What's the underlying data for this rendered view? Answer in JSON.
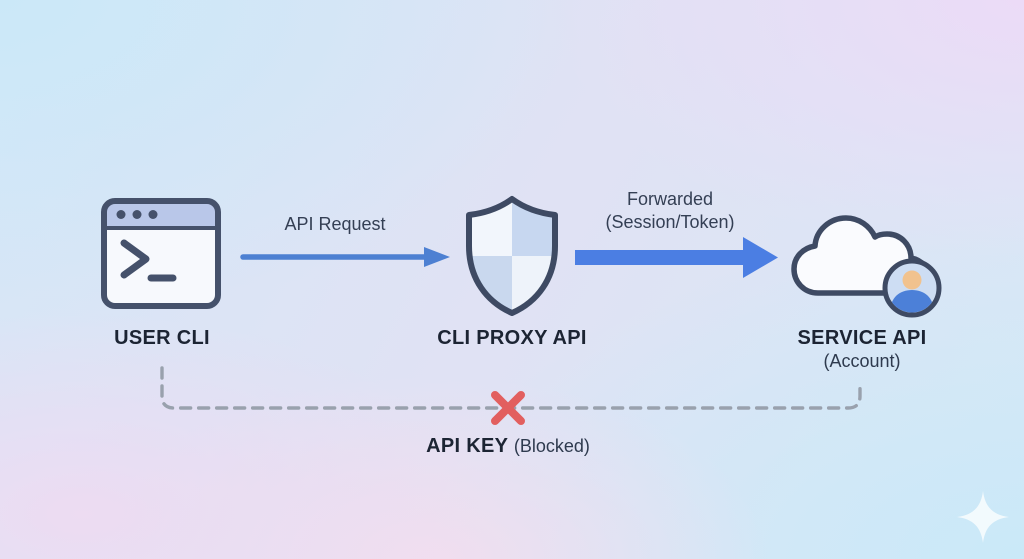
{
  "colors": {
    "arrow_blue": "#4b7ee3",
    "thin_arrow_blue": "#4d80d2",
    "outline_slate": "#45516b",
    "icon_header_blue": "#b9c7e9",
    "icon_body_white": "#f7f9fd",
    "shield_light_quadrant": "#f2f6fc",
    "shield_blue_quadrant": "#c7d7f0",
    "badge_fill_blue": "#cdddf3",
    "badge_head_peach": "#f1c28e",
    "badge_body_blue": "#4c80d8",
    "dashed_gray": "#99a1ad",
    "blocked_red": "#e25f5f",
    "label_dark": "#1c2433"
  },
  "nodes": {
    "user_cli": {
      "label": "USER CLI",
      "icon": "terminal-window-icon"
    },
    "cli_proxy_api": {
      "label": "CLI PROXY API",
      "icon": "shield-icon"
    },
    "service_api": {
      "label": "SERVICE API",
      "sublabel": "(Account)",
      "icon": "cloud-account-icon"
    }
  },
  "edges": {
    "api_request": {
      "label": "API Request"
    },
    "forwarded": {
      "line1": "Forwarded",
      "line2": "(Session/Token)"
    },
    "api_key_blocked": {
      "label_bold": "API KEY",
      "label_note": "(Blocked)",
      "icon": "blocked-x-icon"
    }
  },
  "decorations": {
    "sparkle": "sparkle-icon"
  }
}
